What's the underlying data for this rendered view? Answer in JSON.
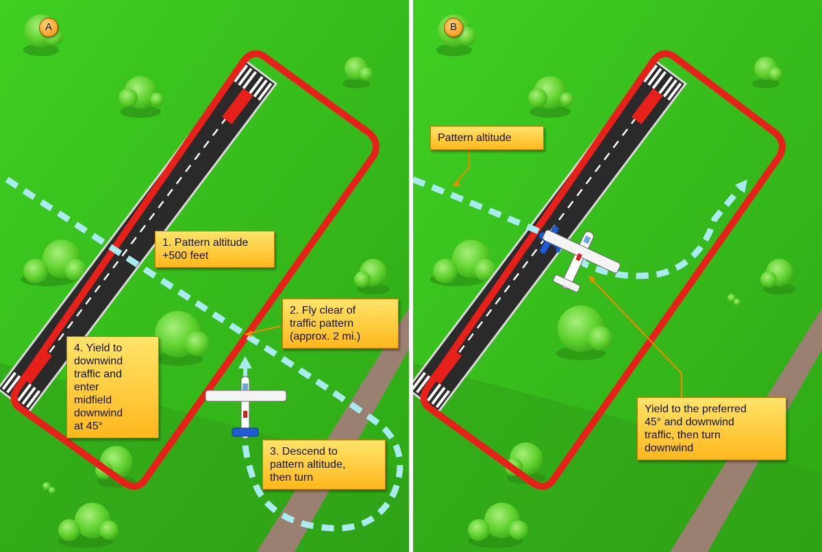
{
  "panel_a": {
    "badge": "A",
    "callout_1": "1. Pattern altitude\n+500 feet",
    "callout_2": "2. Fly clear of\ntraffic pattern\n(approx. 2 mi.)",
    "callout_3": "3. Descend to\npattern altitude,\nthen turn",
    "callout_4": "4. Yield to\ndownwind\ntraffic and\nenter\nmidfield\ndownwind\nat 45°"
  },
  "panel_b": {
    "badge": "B",
    "callout_pattern": "Pattern altitude",
    "callout_yield": "Yield to the preferred\n45° and downwind\ntraffic, then turn\ndownwind"
  },
  "colors": {
    "grass": "#3fbf1c",
    "pattern_red": "#e8201a",
    "flight_path": "#a8ecf2",
    "callout_fill": "#ffc830",
    "leader_line": "#f08a00",
    "runway": "#2a2a2a"
  }
}
